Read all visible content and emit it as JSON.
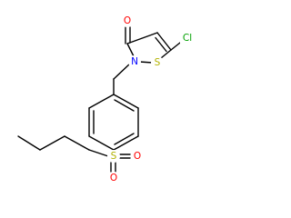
{
  "atoms": {
    "oxygen_carbonyl": "O",
    "nitrogen": "N",
    "sulfur_ring": "S",
    "chlorine": "Cl",
    "sulfur_sulfonyl": "S",
    "oxygen_sulfonyl_right": "O",
    "oxygen_sulfonyl_down": "O"
  },
  "colors": {
    "oxygen": "#ff0000",
    "nitrogen": "#0000ff",
    "sulfur": "#b2b200",
    "chlorine": "#00a000",
    "bond": "#000000"
  }
}
